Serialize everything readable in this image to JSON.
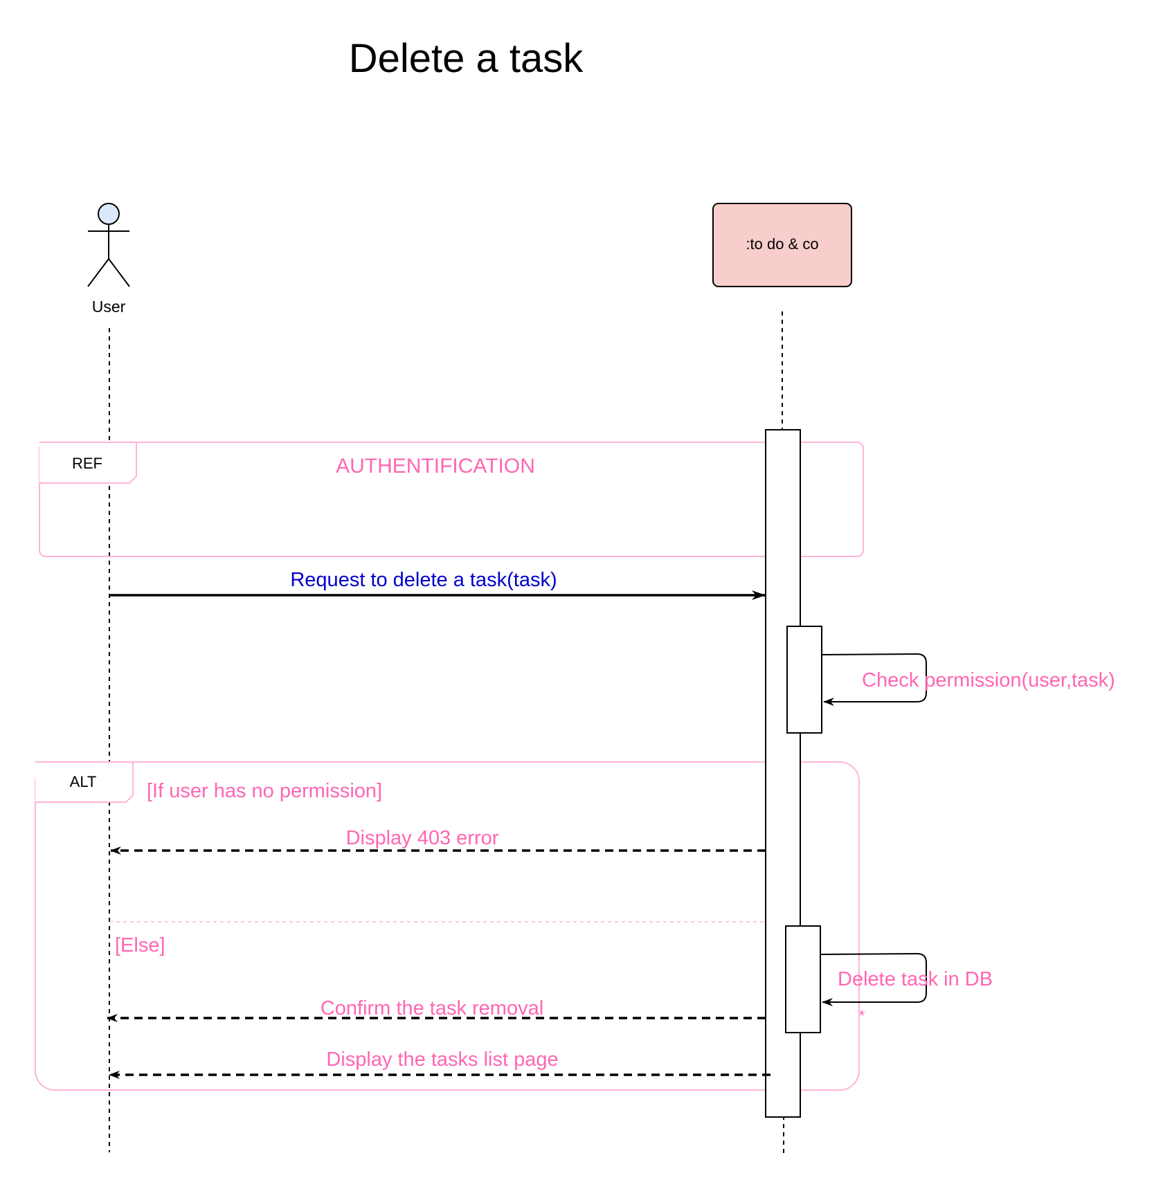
{
  "title": "Delete a task",
  "colors": {
    "pink": "#ff66b3",
    "frame": "#ffb3d9",
    "blue": "#0000cc",
    "black": "#000000",
    "lifeline_box_fill": "#f8cecc",
    "actor_head_fill": "#dae8fc"
  },
  "actor": {
    "label": "User",
    "icon": "stick-figure-icon"
  },
  "system": {
    "label": ":to do & co"
  },
  "ref_frame": {
    "tag": "REF",
    "label": "AUTHENTIFICATION"
  },
  "alt_frame": {
    "tag": "ALT",
    "condition": "[If user has no permission]",
    "else_label": "[Else]"
  },
  "messages": {
    "request": "Request to delete a task(task)",
    "check": "Check permission(user,task)",
    "error403": "Display 403 error",
    "delete_db": "Delete task in DB",
    "multiplicity": "*",
    "confirm": "Confirm the task removal",
    "display_list": "Display the tasks list page"
  }
}
